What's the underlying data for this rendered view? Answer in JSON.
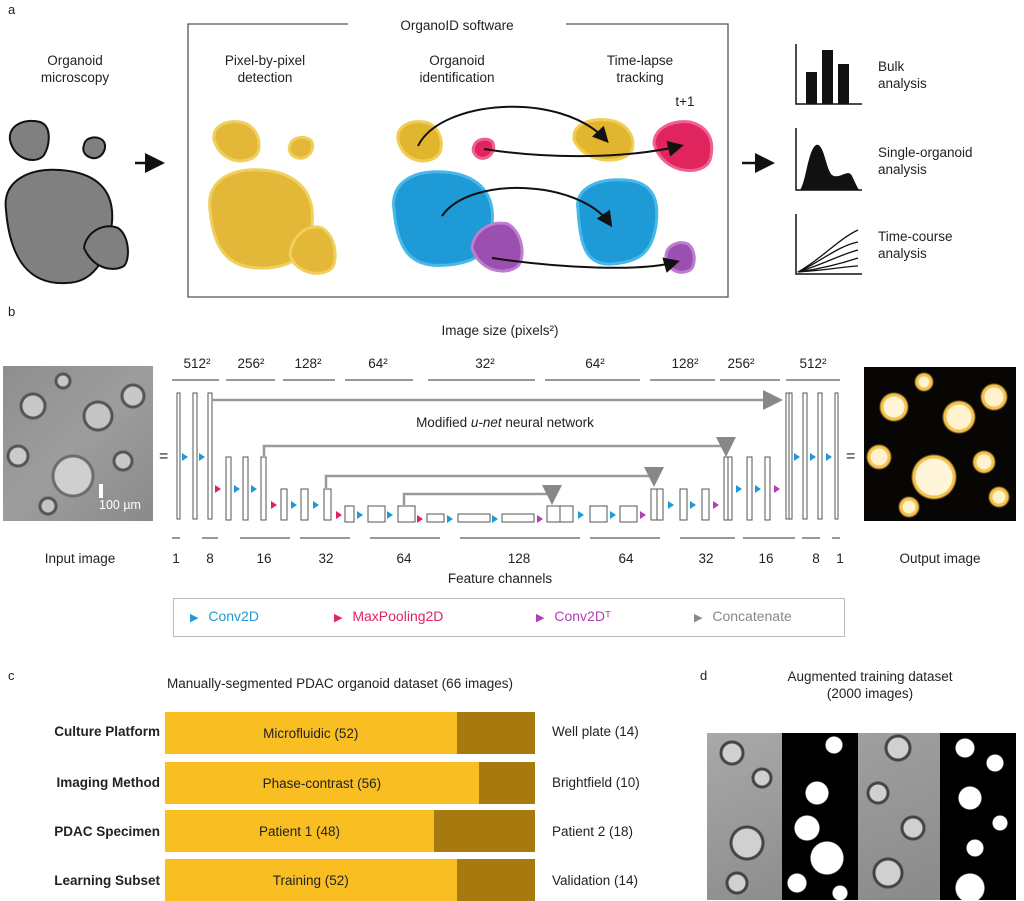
{
  "panel_a": {
    "letter": "a",
    "microscopy_title": "Organoid\nmicroscopy",
    "software_title": "OrganoID software",
    "stage1": "Pixel-by-pixel\ndetection",
    "stage2": "Organoid\nidentification",
    "stage3": "Time-lapse\ntracking",
    "tplus1": "t+1",
    "out1": "Bulk\nanalysis",
    "out2": "Single-organoid\nanalysis",
    "out3": "Time-course\nanalysis",
    "colors": {
      "gray": "#808080",
      "gold": "#E2B52F",
      "pink": "#E0245E",
      "blue": "#1E9AD6",
      "purple": "#9B4FB0"
    }
  },
  "panel_b": {
    "letter": "b",
    "size_title": "Image size (pixels²)",
    "sizes": [
      "512²",
      "256²",
      "128²",
      "64²",
      "32²",
      "64²",
      "128²",
      "256²",
      "512²"
    ],
    "net_title_pre": "Modified ",
    "net_title_em": "u-net",
    "net_title_post": " neural network",
    "channels": [
      "1",
      "8",
      "16",
      "32",
      "64",
      "128",
      "64",
      "32",
      "16",
      "8",
      "1"
    ],
    "channels_title": "Feature channels",
    "input_label": "Input image",
    "output_label": "Output image",
    "scale_label": "100 µm",
    "equals": "=",
    "legend": [
      {
        "name": "Conv2D",
        "color": "#1E9AD6"
      },
      {
        "name": "MaxPooling2D",
        "color": "#E0245E"
      },
      {
        "name": "Conv2Dᵀ",
        "color": "#B040B8"
      },
      {
        "name": "Concatenate",
        "color": "#888888"
      }
    ]
  },
  "panel_c": {
    "letter": "c",
    "title": "Manually-segmented PDAC organoid dataset (66 images)",
    "rows": [
      {
        "label": "Culture Platform",
        "main": "Microfluidic (52)",
        "rest": "Well plate (14)",
        "main_frac": 0.788
      },
      {
        "label": "Imaging Method",
        "main": "Phase-contrast (56)",
        "rest": "Brightfield (10)",
        "main_frac": 0.848
      },
      {
        "label": "PDAC Specimen",
        "main": "Patient 1 (48)",
        "rest": "Patient 2 (18)",
        "main_frac": 0.727
      },
      {
        "label": "Learning Subset",
        "main": "Training (52)",
        "rest": "Validation (14)",
        "main_frac": 0.788
      }
    ],
    "colors": {
      "main": "#F9BE22",
      "rest": "#A67A0E"
    }
  },
  "panel_d": {
    "letter": "d",
    "title": "Augmented training dataset\n(2000 images)"
  }
}
